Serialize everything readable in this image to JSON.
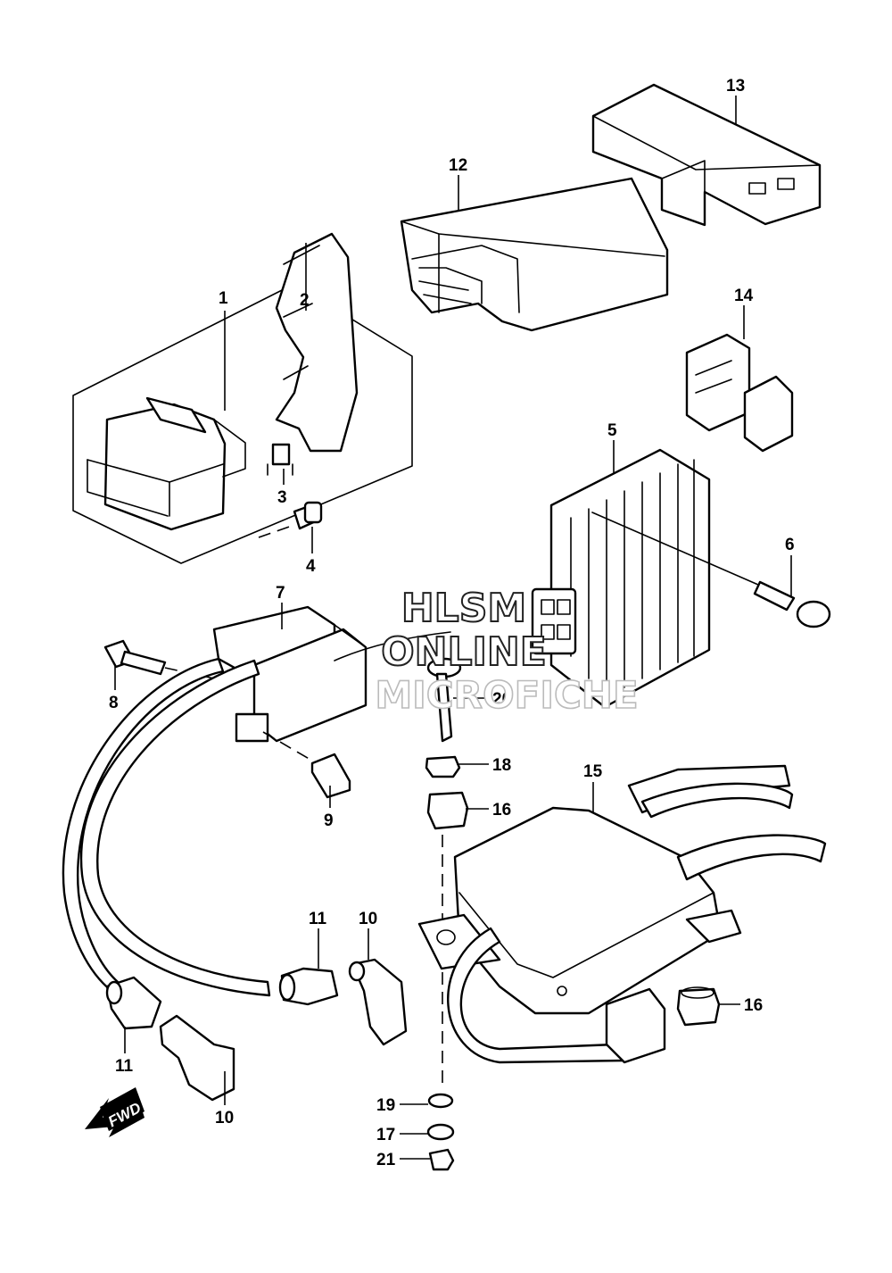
{
  "watermark": {
    "line1": "HLSM",
    "line2": "ONLINE",
    "line3": "MICROFICHE"
  },
  "direction_arrow": {
    "label": "FWD"
  },
  "callouts": [
    "1",
    "2",
    "3",
    "4",
    "5",
    "6",
    "7",
    "8",
    "9",
    "10",
    "10",
    "11",
    "11",
    "12",
    "13",
    "14",
    "15",
    "16",
    "16",
    "17",
    "18",
    "19",
    "20",
    "21"
  ]
}
